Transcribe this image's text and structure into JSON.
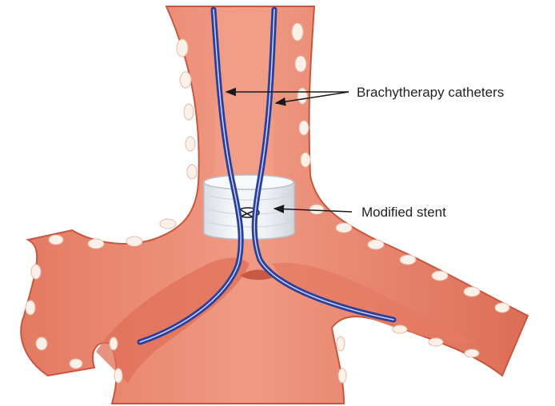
{
  "labels": {
    "catheters": "Brachytherapy catheters",
    "stent": "Modified stent"
  },
  "colors": {
    "tissue": "#e9826c",
    "tissue_dark": "#d8664f",
    "tissue_light": "#f2a592",
    "cartilage": "#fbf1e8",
    "catheter": "#2b3f9a",
    "catheter_highlight": "#c8d4ff",
    "stent": "#eef2f6",
    "arrow": "#1a1a1a"
  },
  "icons": {
    "arrowhead": "filled-triangle"
  }
}
